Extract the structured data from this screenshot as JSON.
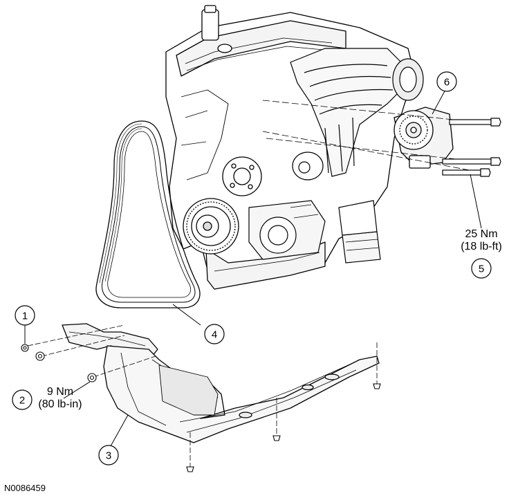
{
  "callouts": [
    {
      "number": "1"
    },
    {
      "number": "2",
      "torque_nm": "9 Nm",
      "torque_imperial": "(80 lb-in)"
    },
    {
      "number": "3"
    },
    {
      "number": "4"
    },
    {
      "number": "5",
      "torque_nm": "25 Nm",
      "torque_imperial": "(18 lb-ft)"
    },
    {
      "number": "6"
    }
  ],
  "figure_id": "N0086459"
}
